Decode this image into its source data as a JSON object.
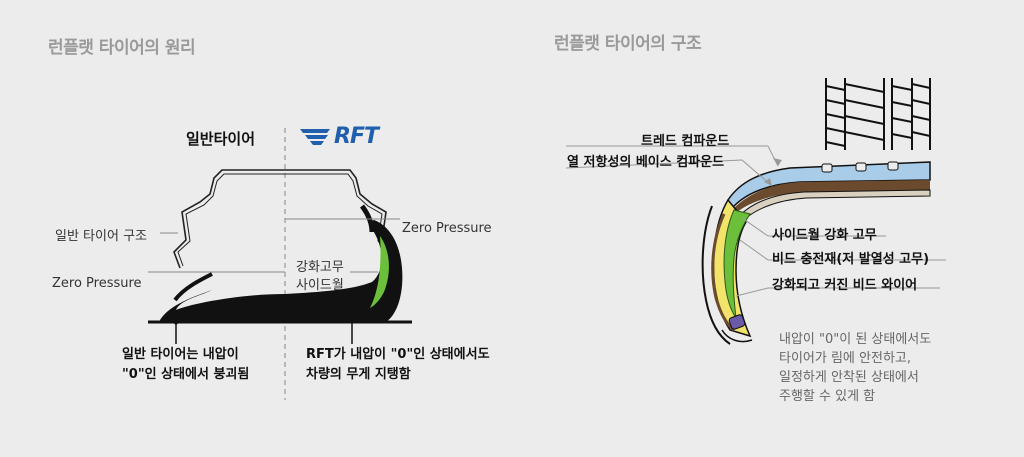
{
  "left_section": {
    "title": "런플랫 타이어의 원리",
    "normal_tire_header": "일반타이어",
    "rft_logo_text": "RFT",
    "label_structure": "일반 타이어 구조",
    "label_zero_pressure_left": "Zero Pressure",
    "label_zero_pressure_right": "Zero Pressure",
    "label_reinforced_rubber": "강화고무",
    "label_sidewall": "사이드월",
    "caption_normal": "일반 타이어는 내압이\n\"0\"인 상태에서 붕괴됨",
    "caption_rft": "RFT가 내압이 \"0\"인 상태에서도\n차량의 무게 지탱함"
  },
  "right_section": {
    "title": "런플랫 타이어의 구조",
    "labels": [
      "트레드 컴파운드",
      "열 저항성의 베이스 컴파운드",
      "사이드월 강화 고무",
      "비드 충전재(저 발열성 고무)",
      "강화되고 커진 비드 와이어"
    ],
    "note": "내압이 \"0\"이 된 상태에서도\n타이어가 림에 안전하고,\n일정하게 안착된 상태에서\n주행할 수 있게 함"
  },
  "colors": {
    "background": "#ececec",
    "title_gray": "#9a9a9a",
    "rft_blue": "#1f5fae",
    "sidewall_green": "#6bbf3a",
    "tread_blue": "#a9cde8",
    "base_brown": "#6b4a2e",
    "bead_yellow": "#f2e36b",
    "bead_wire_purple": "#6a5aa8"
  }
}
